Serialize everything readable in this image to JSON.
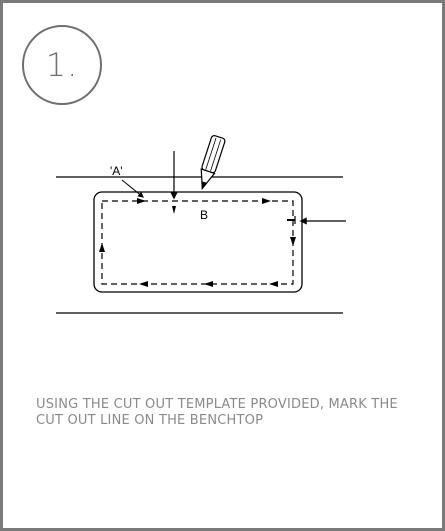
{
  "step": {
    "number": "1."
  },
  "diagram": {
    "label_a": "'A'",
    "label_b": "B"
  },
  "instruction": {
    "text": "USING THE CUT OUT TEMPLATE PROVIDED, MARK THE CUT OUT LINE ON THE BENCHTOP"
  },
  "colors": {
    "frame": "#7a7a7a",
    "circle": "#6e6e6e",
    "instruction_text": "#8a8a8a",
    "line_art": "#000000"
  }
}
